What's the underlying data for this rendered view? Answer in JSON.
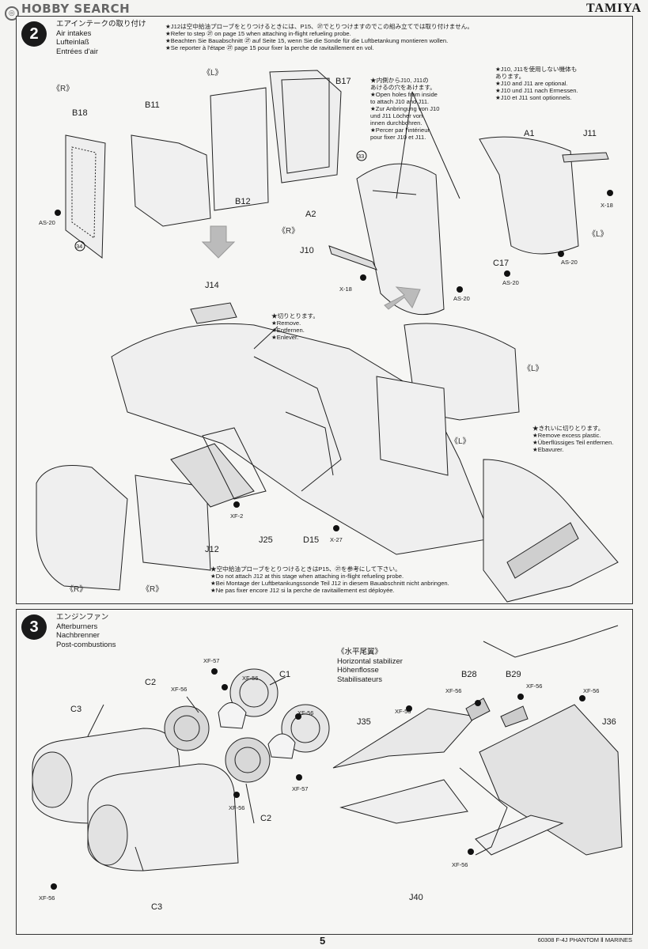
{
  "header": {
    "watermark": "HOBBY SEARCH",
    "brand": "TAMIYA"
  },
  "step2": {
    "number": "2",
    "titles": [
      "エアインテークの取り付け",
      "Air intakes",
      "Lufteinlaß",
      "Entrées d'air"
    ],
    "notes_top": [
      "★J12は空中給油プローブをとりつけるときには、P15、㉗でとりつけますのでこの組み立てでは取り付けません。",
      "★Refer to step ㉗ on page 15 when attaching in-flight refueling probe.",
      "★Beachten Sie Bauabschnitt ㉗ auf Seite 15, wenn Sie die Sonde für die Luftbetankung montieren wollen.",
      "★Se reporter à l'étape ㉗ page 15 pour fixer la perche de ravitaillement en vol."
    ],
    "notes_holes": [
      "★内側からJ10, J11の",
      "あけるの穴をあけます。",
      "★Open holes from inside",
      "to attach J10 and J11.",
      "★Zur Anbringung von J10",
      "und J11 Löcher von",
      "innen durchbohren.",
      "★Percer par l'intérieur",
      "pour fixer J10 et J11."
    ],
    "notes_optional": [
      "★J10, J11を使用しない機体も",
      "あります。",
      "★J10 and J11 are optional.",
      "★J10 und J11 nach Ermessen.",
      "★J10 et J11 sont optionnels."
    ],
    "notes_remove": [
      "★切りとります。",
      "★Remove.",
      "★Entfernen.",
      "★Enlever."
    ],
    "notes_excess": [
      "★きれいに切りとります。",
      "★Remove excess plastic.",
      "★Überflüssiges Teil entfernen.",
      "★Ebavurer."
    ],
    "notes_bottom": [
      "★空中給油プローブをとりつけるときはP15、㉗を参考にして下さい。",
      "★Do not attach J12 at this stage when attaching in-flight refueling probe.",
      "★Bei Montage der Luftbetankungssonde Teil J12 in diesem Bauabschnitt nicht anbringen.",
      "★Ne pas fixer encore J12 si la perche de ravitaillement est déployée."
    ],
    "sides": {
      "r1": "《R》",
      "l1": "《L》",
      "r2": "《R》",
      "l2": "《L》",
      "l3": "《L》",
      "l4": "《L》",
      "r3": "《R》",
      "r4": "《R》"
    },
    "parts": [
      "B18",
      "B11",
      "B17",
      "B12",
      "A2",
      "A1",
      "J11",
      "J10",
      "C17",
      "J14",
      "J12",
      "J25",
      "D15"
    ],
    "screws": [
      "AS-20",
      "X-18",
      "AS-20",
      "X-18",
      "AS-20",
      "AS-20",
      "XF-2",
      "X-27"
    ],
    "callouts": [
      "34",
      "33"
    ]
  },
  "step3": {
    "number": "3",
    "titles": [
      "エンジンファン",
      "Afterburners",
      "Nachbrenner",
      "Post-combustions"
    ],
    "stab_titles": [
      "《水平尾翼》",
      "Horizontal stabilizer",
      "Höhenflosse",
      "Stabilisateurs"
    ],
    "parts": [
      "C1",
      "C2",
      "C2",
      "C3",
      "C3",
      "J35",
      "J36",
      "J40",
      "B28",
      "B29"
    ],
    "paints": [
      "XF-57",
      "XF-56",
      "XF-56",
      "XF-56",
      "XF-56",
      "XF-57",
      "XF-56",
      "XF-56",
      "XF-56",
      "XF-56",
      "XF-56",
      "XF-56"
    ]
  },
  "footer": {
    "code": "60308 F-4J PHANTOM Ⅱ MARINES",
    "page": "5"
  }
}
